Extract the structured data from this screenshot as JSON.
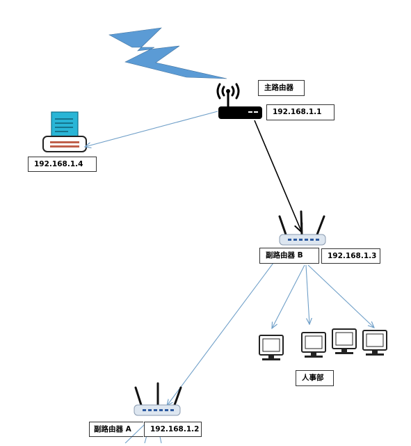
{
  "nodes": {
    "main_router": {
      "label": "主路由器",
      "ip": "192.168.1.1"
    },
    "router_b": {
      "label": "副路由器 B",
      "ip": "192.168.1.3"
    },
    "router_a": {
      "label": "副路由器 A",
      "ip": "192.168.1.2"
    },
    "printer": {
      "ip": "192.168.1.4"
    },
    "hr_department": {
      "label": "人事部",
      "monitor_count": 4
    }
  },
  "colors": {
    "lightning": "#5b9bd5",
    "link_blue": "#6f9fc8",
    "link_black": "#000000",
    "printer_screen": "#29b5d6",
    "printer_tray": "#c0604a"
  },
  "icons": [
    "lightning-icon",
    "wifi-router-icon",
    "printer-icon",
    "router-icon",
    "monitor-icon"
  ]
}
